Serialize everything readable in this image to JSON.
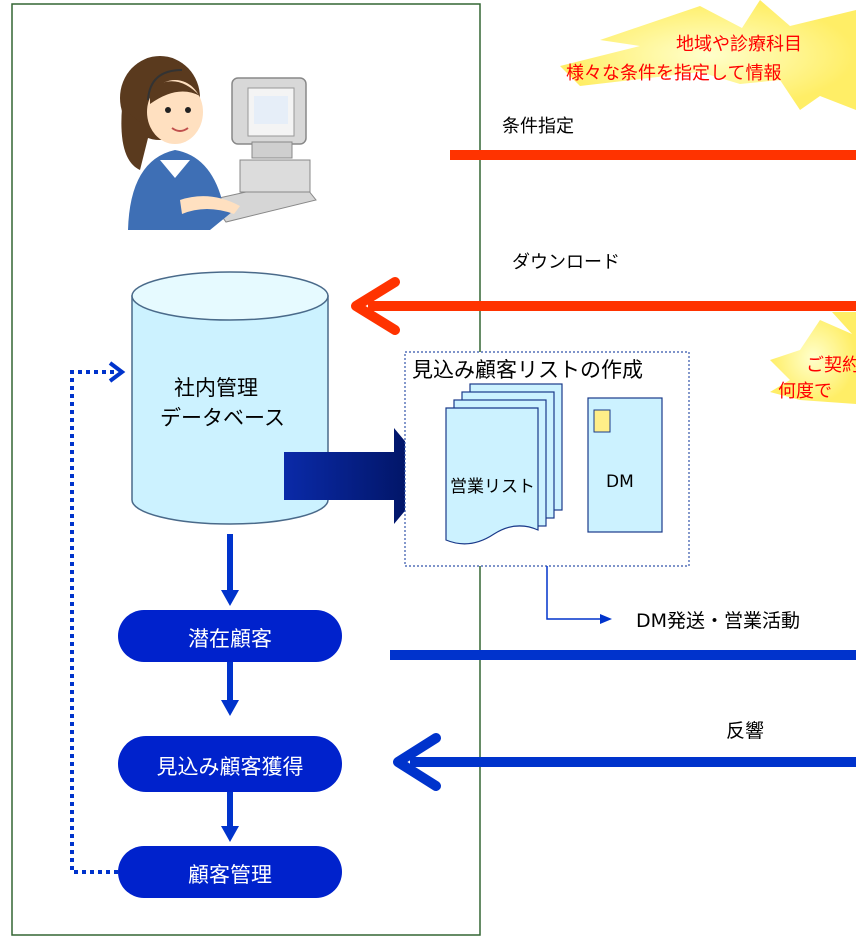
{
  "callout_top": {
    "line1": "地域や診療科目",
    "line2": "様々な条件を指定して情報"
  },
  "callout_mid": {
    "line1": "ご契約",
    "line2": "何度で"
  },
  "arrows": {
    "condition_label": "条件指定",
    "download_label": "ダウンロード",
    "dm_activity_label": "DM発送・営業活動",
    "response_label": "反響"
  },
  "database": {
    "line1": "社内管理",
    "line2": "データベース"
  },
  "prospect_box": {
    "title": "見込み顧客リストの作成",
    "sales_list_label": "営業リスト",
    "dm_label": "DM"
  },
  "flow": {
    "potential_customer": "潜在顧客",
    "prospect_acquisition": "見込み顧客獲得",
    "customer_management": "顧客管理"
  },
  "colors": {
    "red_arrow": "#ff3300",
    "blue": "#0033cc",
    "callout_fill": "#ffff88",
    "callout_text": "#ff0000",
    "db_fill": "#ccf2ff",
    "panel_border": "#336633"
  }
}
